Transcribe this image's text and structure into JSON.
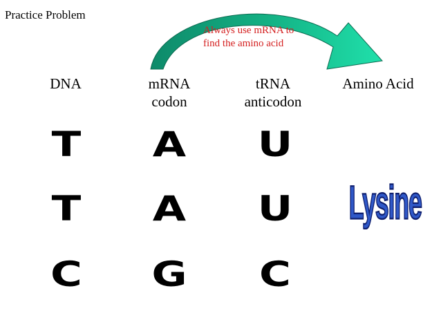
{
  "title": "Practice Problem",
  "note": {
    "line1": "Always use mRNA to",
    "line2": "find the amino acid",
    "color": "#d42020"
  },
  "arrow": {
    "fill": "#12a07a",
    "highlight": "#1ed9a6",
    "outline": "#0b6a50",
    "icon": "curved-arrow-icon"
  },
  "headers": {
    "dna": {
      "line1": "DNA"
    },
    "mrna": {
      "line1": "mRNA",
      "line2": "codon"
    },
    "trna": {
      "line1": "tRNA",
      "line2": "anticodon"
    },
    "amino": {
      "line1": "Amino Acid"
    }
  },
  "rows": [
    {
      "dna": "T",
      "mrna": "A",
      "trna": "U"
    },
    {
      "dna": "T",
      "mrna": "A",
      "trna": "U"
    },
    {
      "dna": "C",
      "mrna": "G",
      "trna": "C"
    }
  ],
  "amino_acid": {
    "name": "Lysine",
    "color": "#2f58c8"
  }
}
